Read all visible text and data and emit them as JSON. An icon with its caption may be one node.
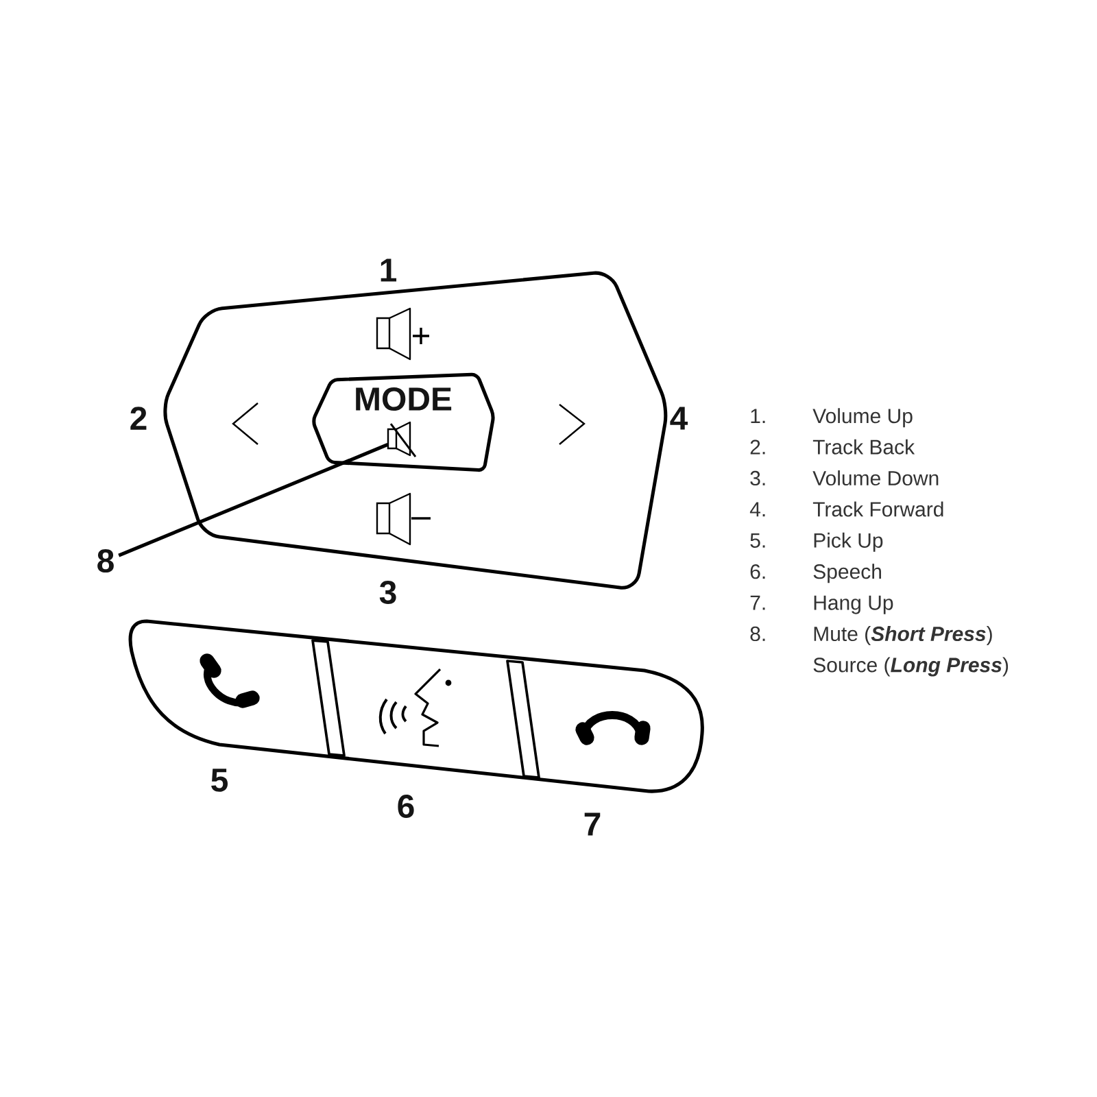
{
  "diagram": {
    "nodes": [
      {
        "text": [],
        "shape": "hexagon"
      },
      {
        "text": [
          "MODE"
        ],
        "in": 0
      },
      {
        "text": [],
        "shape": "picture",
        "in": 1
      },
      {
        "text": [
          "8"
        ]
      },
      {
        "text": [],
        "shape": "bar"
      }
    ],
    "edges": [
      {
        "from": 3,
        "to": 2,
        "arrow": "none"
      }
    ],
    "labels": [
      "1",
      "2",
      "4",
      "3",
      "5",
      "6",
      "7",
      "1.",
      "Volume Up",
      "2.",
      "Track Back",
      "3.",
      "Volume Down",
      "4.",
      "Track Forward",
      "5.",
      "Pick Up",
      "6.",
      "Speech",
      "7.",
      "Hang Up",
      "8.",
      "Mute (**Short Press**)",
      "Source (**Long Press**)"
    ]
  }
}
